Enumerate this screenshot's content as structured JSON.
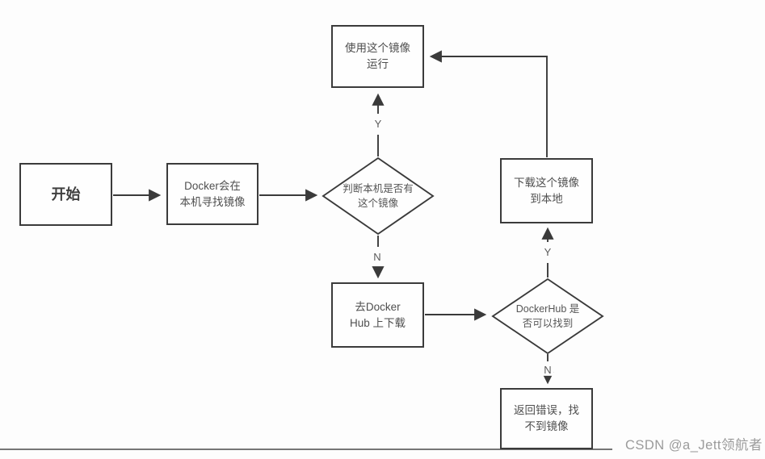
{
  "diagram": {
    "title": "docker-image-lookup-flowchart",
    "nodes": {
      "start": {
        "label": "开始"
      },
      "find_local": {
        "label": "Docker会在\n本机寻找镜像"
      },
      "check_local": {
        "label": "判断本机是否有\n这个镜像"
      },
      "run_image": {
        "label": "使用这个镜像\n运行"
      },
      "goto_hub": {
        "label": "去Docker\nHub 上下载"
      },
      "check_hub": {
        "label": "DockerHub 是\n否可以找到"
      },
      "download": {
        "label": "下载这个镜像\n到本地"
      },
      "error": {
        "label": "返回错误，找\n不到镜像"
      }
    },
    "edge_labels": {
      "local_yes": "Y",
      "local_no": "N",
      "hub_yes": "Y",
      "hub_no": "N"
    },
    "colors": {
      "line": "#3a3a3a",
      "border": "#3b3b3b",
      "text": "#4f4f4f",
      "background": "#fdfdfd",
      "watermark": "#9b9b9b"
    }
  },
  "watermark": {
    "text": "CSDN @a_Jett领航者"
  }
}
